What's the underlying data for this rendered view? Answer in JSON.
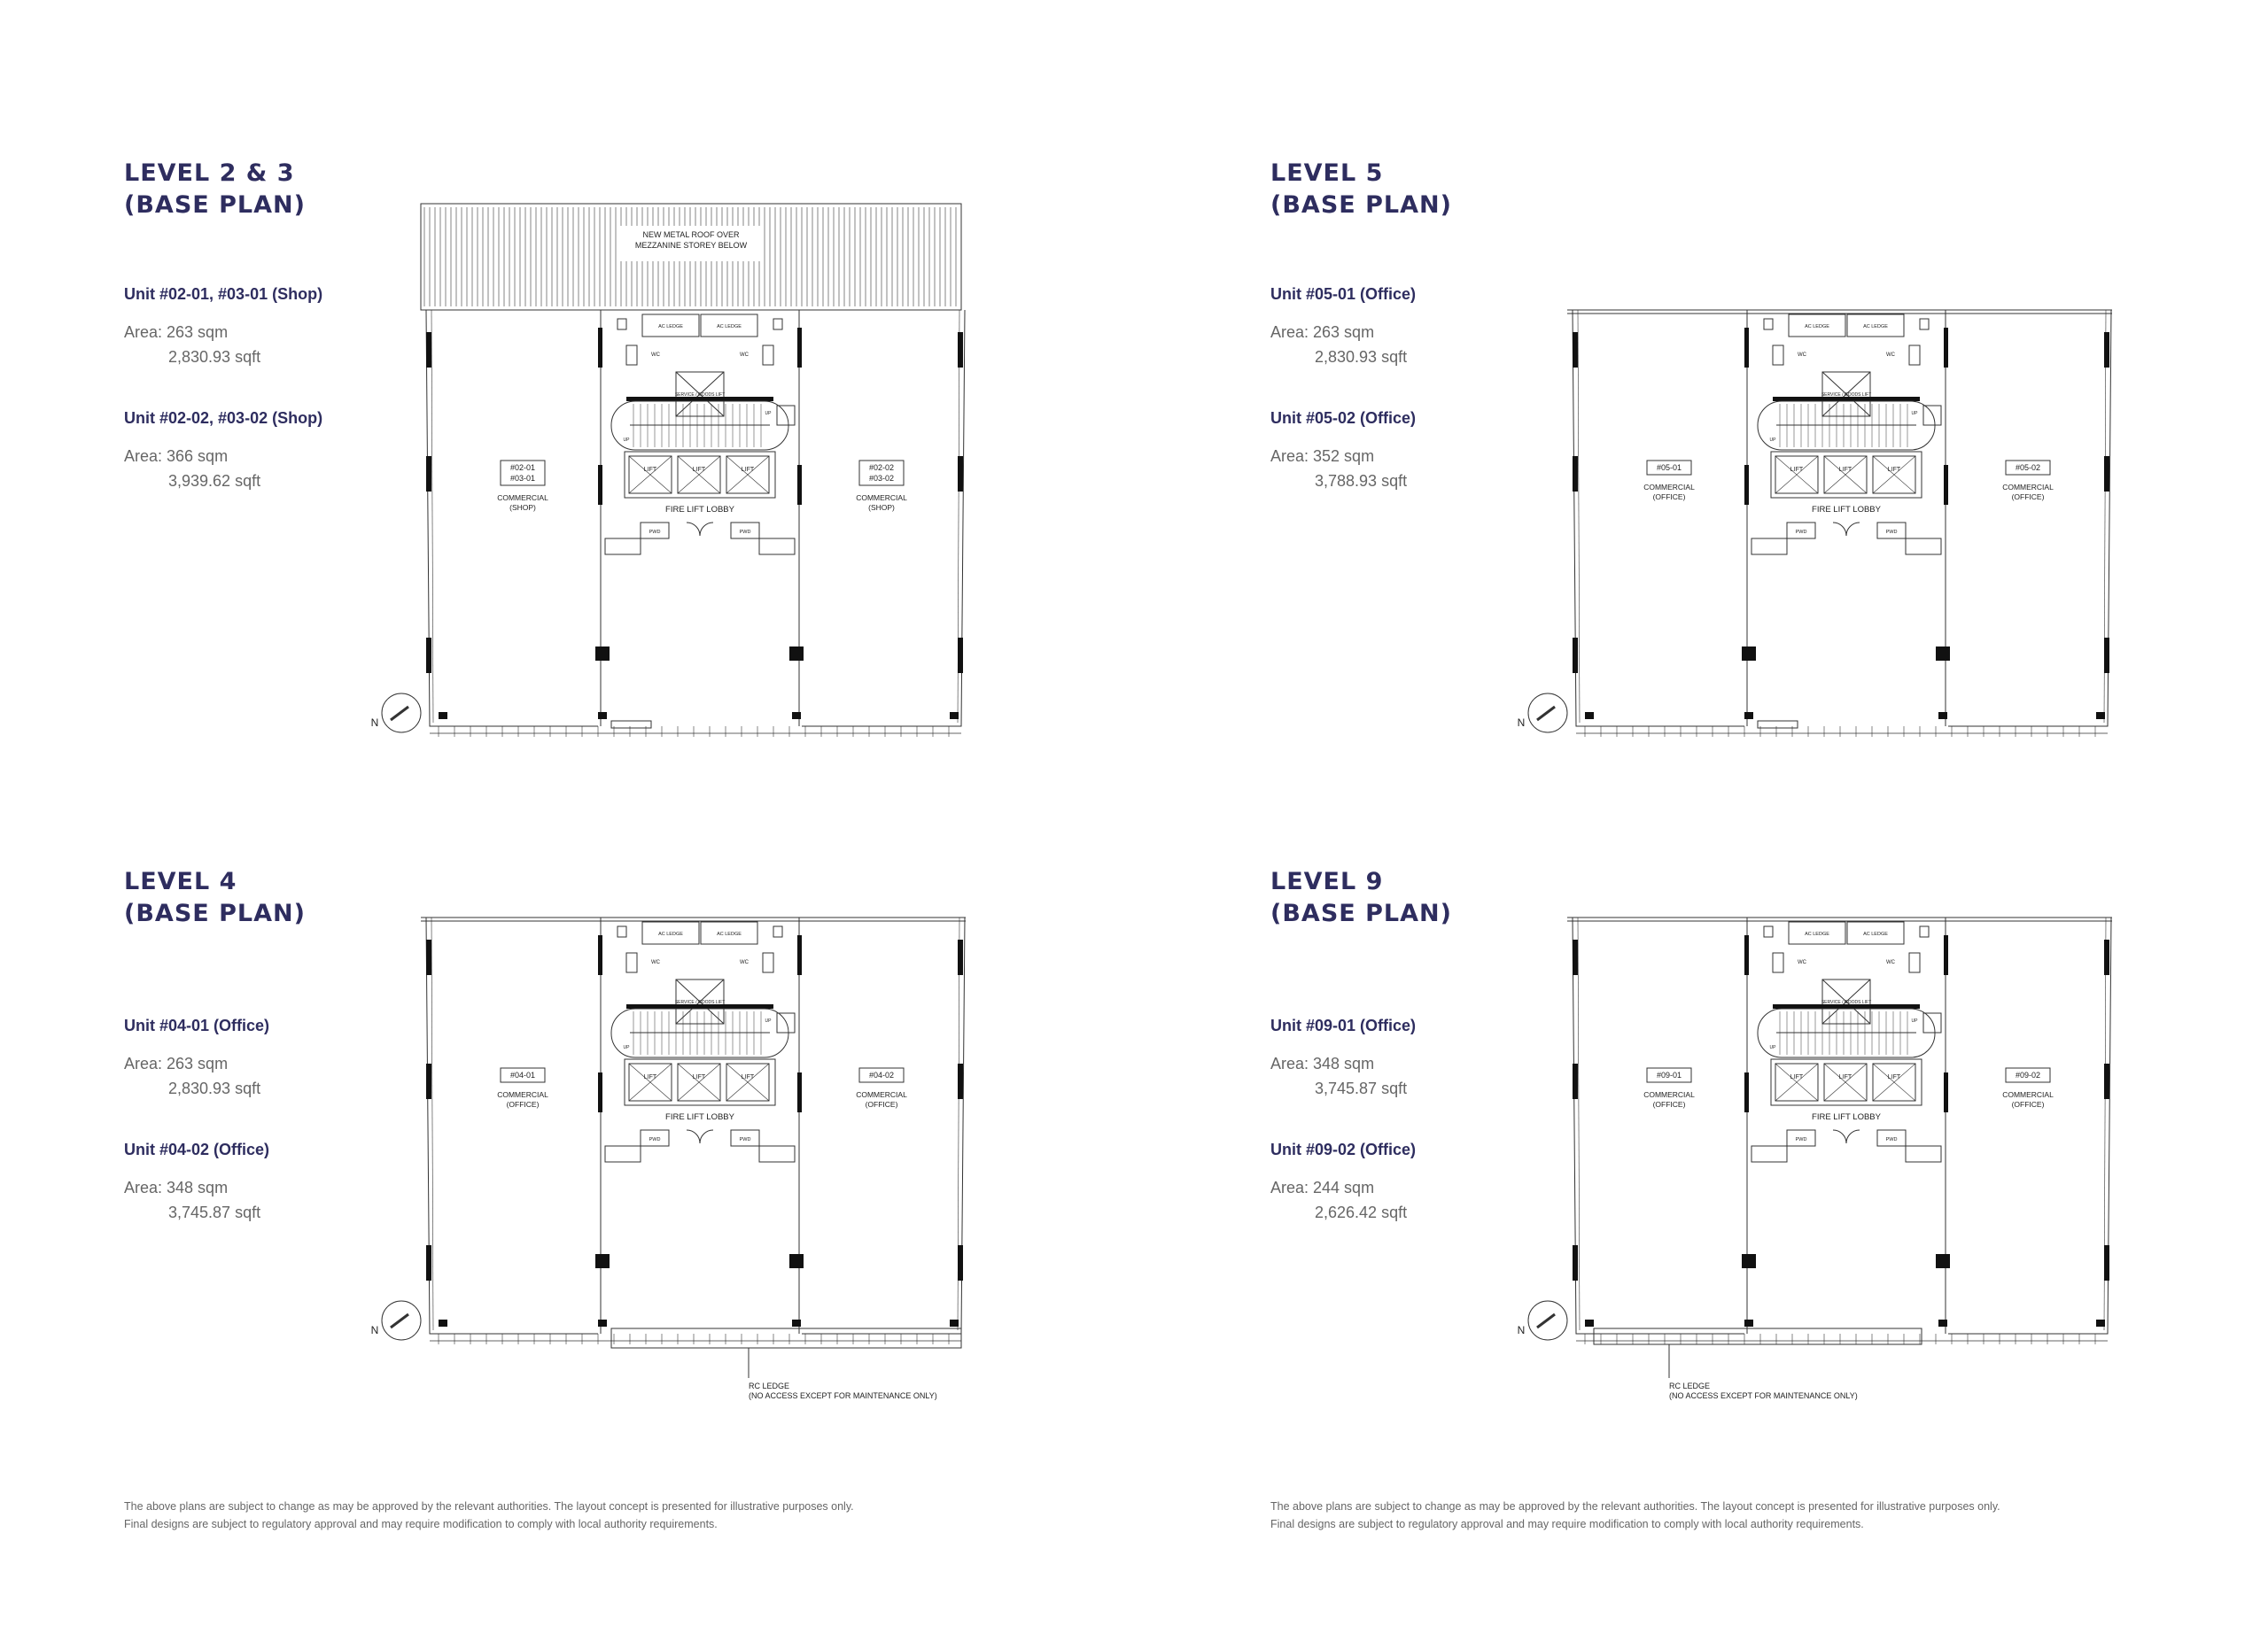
{
  "colors": {
    "title": "#2e2d5f",
    "body_text": "#666666",
    "plan_line": "#333333"
  },
  "plans": [
    {
      "title_line1": "LEVEL 2 & 3",
      "title_line2": "(BASE PLAN)",
      "units": [
        {
          "label": "Unit #02-01, #03-01 (Shop)",
          "area_sqm": "Area: 263 sqm",
          "area_sqft": "2,830.93 sqft"
        },
        {
          "label": "Unit #02-02, #03-02 (Shop)",
          "area_sqm": "Area: 366 sqm",
          "area_sqft": "3,939.62 sqft"
        }
      ],
      "drawing": {
        "roof_note_line1": "NEW METAL ROOF OVER",
        "roof_note_line2": "MEZZANINE STOREY BELOW",
        "left_tag": [
          "#02-01",
          "#03-01"
        ],
        "right_tag": [
          "#02-02",
          "#03-02"
        ],
        "use_line1": "COMMERCIAL",
        "use_line2": "(SHOP)",
        "lobby": "FIRE LIFT LOBBY",
        "ac_ledge": "AC LEDGE",
        "wc": "WC",
        "lift": "LIFT",
        "pwd": "PWD",
        "up": "UP",
        "service_lift": "SERVICE / GOODS LIFT",
        "north": "N"
      }
    },
    {
      "title_line1": "LEVEL 5",
      "title_line2": "(BASE PLAN)",
      "units": [
        {
          "label": "Unit #05-01 (Office)",
          "area_sqm": "Area: 263 sqm",
          "area_sqft": "2,830.93 sqft"
        },
        {
          "label": "Unit #05-02 (Office)",
          "area_sqm": "Area: 352 sqm",
          "area_sqft": "3,788.93 sqft"
        }
      ],
      "drawing": {
        "left_tag": [
          "#05-01"
        ],
        "right_tag": [
          "#05-02"
        ],
        "use_line1": "COMMERCIAL",
        "use_line2": "(OFFICE)",
        "lobby": "FIRE LIFT LOBBY",
        "ac_ledge": "AC LEDGE",
        "wc": "WC",
        "lift": "LIFT",
        "pwd": "PWD",
        "up": "UP",
        "service_lift": "SERVICE / GOODS LIFT",
        "north": "N"
      }
    },
    {
      "title_line1": "LEVEL 4",
      "title_line2": "(BASE PLAN)",
      "units": [
        {
          "label": "Unit #04-01 (Office)",
          "area_sqm": "Area: 263 sqm",
          "area_sqft": "2,830.93 sqft"
        },
        {
          "label": "Unit #04-02 (Office)",
          "area_sqm": "Area: 348 sqm",
          "area_sqft": "3,745.87 sqft"
        }
      ],
      "drawing": {
        "left_tag": [
          "#04-01"
        ],
        "right_tag": [
          "#04-02"
        ],
        "use_line1": "COMMERCIAL",
        "use_line2": "(OFFICE)",
        "lobby": "FIRE LIFT LOBBY",
        "ac_ledge": "AC LEDGE",
        "wc": "WC",
        "lift": "LIFT",
        "pwd": "PWD",
        "up": "UP",
        "service_lift": "SERVICE / GOODS LIFT",
        "north": "N",
        "ledge_note_line1": "RC LEDGE",
        "ledge_note_line2": "(NO ACCESS EXCEPT FOR MAINTENANCE ONLY)"
      }
    },
    {
      "title_line1": "LEVEL 9",
      "title_line2": "(BASE PLAN)",
      "units": [
        {
          "label": "Unit #09-01 (Office)",
          "area_sqm": "Area: 348 sqm",
          "area_sqft": "3,745.87 sqft"
        },
        {
          "label": "Unit #09-02 (Office)",
          "area_sqm": "Area: 244 sqm",
          "area_sqft": "2,626.42 sqft"
        }
      ],
      "drawing": {
        "left_tag": [
          "#09-01"
        ],
        "right_tag": [
          "#09-02"
        ],
        "use_line1": "COMMERCIAL",
        "use_line2": "(OFFICE)",
        "lobby": "FIRE LIFT LOBBY",
        "ac_ledge": "AC LEDGE",
        "wc": "WC",
        "lift": "LIFT",
        "pwd": "PWD",
        "up": "UP",
        "service_lift": "SERVICE / GOODS LIFT",
        "north": "N",
        "ledge_note_line1": "RC LEDGE",
        "ledge_note_line2": "(NO ACCESS EXCEPT FOR MAINTENANCE ONLY)"
      }
    }
  ],
  "footer": {
    "line1": "The above plans are subject to change as may be approved by the relevant authorities. The layout concept is presented for illustrative purposes only.",
    "line2": "Final designs are subject to regulatory approval and may require modification to comply with local authority requirements."
  }
}
